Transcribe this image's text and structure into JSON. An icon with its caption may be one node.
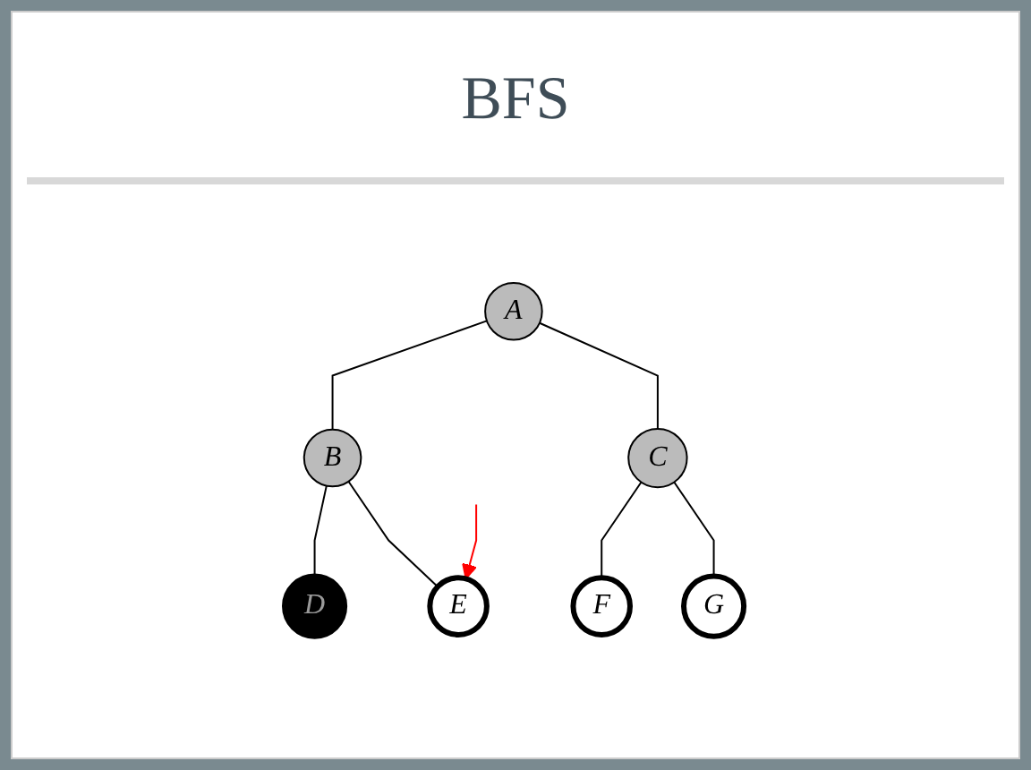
{
  "diagram": {
    "title": "BFS",
    "nodes": [
      {
        "text": [
          "A"
        ]
      },
      {
        "text": [
          "B"
        ]
      },
      {
        "text": [
          "C"
        ]
      },
      {
        "text": [
          "D"
        ]
      },
      {
        "text": [
          "E"
        ]
      },
      {
        "text": [
          "F"
        ]
      },
      {
        "text": [
          "G"
        ]
      }
    ],
    "edges": [
      {
        "from": 0,
        "to": 1,
        "arrow": "none"
      },
      {
        "from": 0,
        "to": 2,
        "arrow": "none"
      },
      {
        "from": 1,
        "to": 3,
        "arrow": "none"
      },
      {
        "from": 1,
        "to": 4,
        "arrow": "none"
      },
      {
        "from": 2,
        "to": 5,
        "arrow": "none"
      },
      {
        "from": 2,
        "to": 6,
        "arrow": "none"
      },
      {
        "from": null,
        "to": 4,
        "arrow": "to",
        "color": "#ff0000"
      }
    ]
  }
}
